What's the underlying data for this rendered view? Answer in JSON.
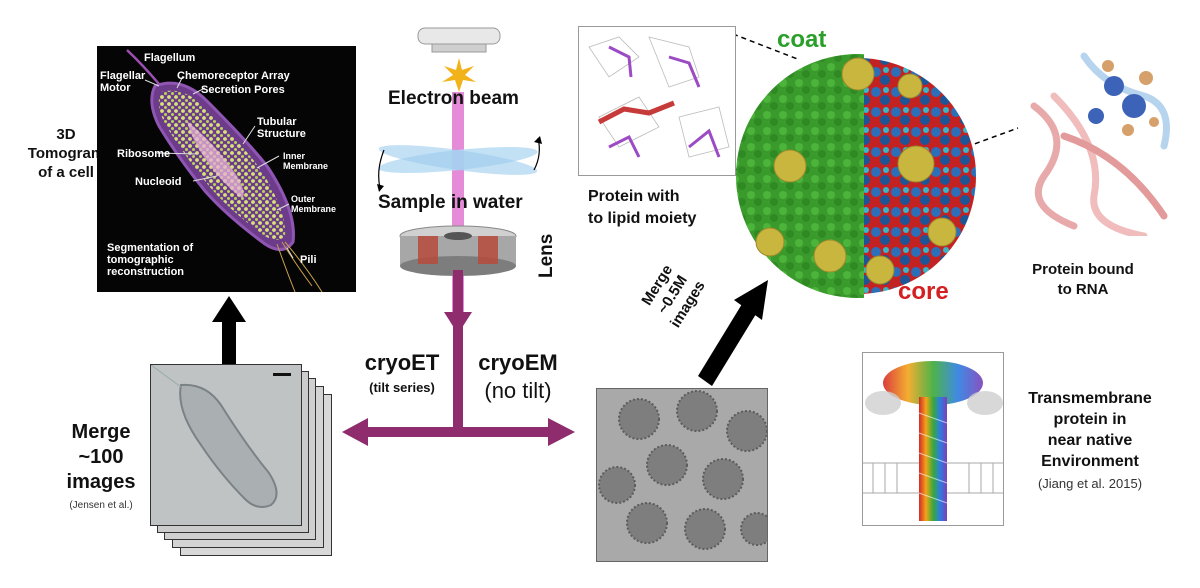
{
  "tomogram": {
    "side_label": [
      "3D",
      "Tomogram",
      "of  a cell"
    ],
    "labels": {
      "flagellum": "Flagellum",
      "flagellar_motor": [
        "Flagellar",
        "Motor"
      ],
      "chemoreceptor_array": "Chemoreceptor Array",
      "secretion_pores": "Secretion Pores",
      "tubular_structure": [
        "Tubular",
        "Structure"
      ],
      "ribosome": "Ribosome",
      "inner_membrane": [
        "Inner",
        "Membrane"
      ],
      "nucleoid": "Nucleoid",
      "outer_membrane": [
        "Outer",
        "Membrane"
      ],
      "segmentation": [
        "Segmentation of",
        "tomographic",
        "reconstruction"
      ],
      "pili": "Pili"
    }
  },
  "microscope": {
    "electron_beam": "Electron beam",
    "sample": "Sample in water",
    "lens": "Lens"
  },
  "cryoet": {
    "title": "cryoET",
    "subtitle": "(tilt series)",
    "merge": [
      "Merge",
      "~100",
      "images"
    ],
    "credit": "(Jensen et al.)"
  },
  "cryoem": {
    "title": "cryoEM",
    "subtitle": "(no tilt)",
    "merge": [
      "Merge",
      "~0.5M",
      "images"
    ]
  },
  "virus": {
    "coat": "coat",
    "core": "core",
    "coat_color": "#2aa02a",
    "core_color": "#d42020"
  },
  "protein_lipid": [
    "Protein with",
    "to lipid moiety"
  ],
  "protein_rna": [
    "Protein bound",
    "to RNA"
  ],
  "transmembrane": {
    "label": [
      "Transmembrane",
      "protein in",
      "near native",
      "Environment"
    ],
    "credit": "(Jiang et al. 2015)"
  },
  "colors": {
    "arrow_purple": "#8e2c6e",
    "beam_pink": "#e27fd4",
    "arrow_black": "#000000"
  }
}
